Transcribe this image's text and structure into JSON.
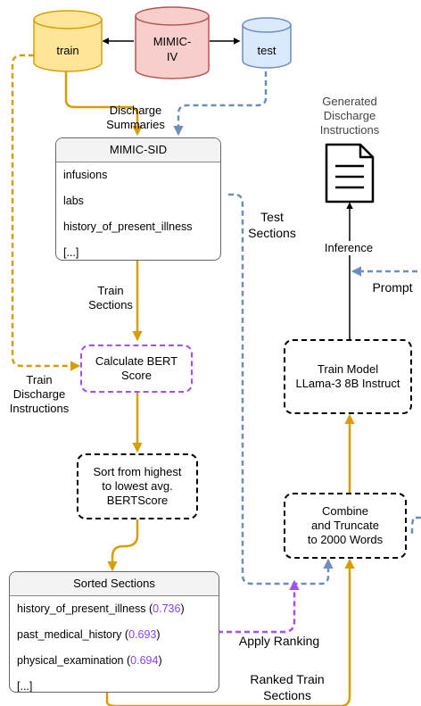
{
  "databases": {
    "train": "train",
    "mimic": [
      "MIMIC-",
      "IV"
    ],
    "test": "test"
  },
  "mimic_sid": {
    "title": "MIMIC-SID",
    "rows": [
      "infusions",
      "labs",
      "history_of_present_illness",
      "[...]"
    ]
  },
  "sorted_sections": {
    "title": "Sorted Sections",
    "rows": [
      {
        "name": "history_of_present_illness",
        "score": "0.736"
      },
      {
        "name": "past_medical_history",
        "score": "0.693"
      },
      {
        "name": "physical_examination",
        "score": "0.694"
      },
      {
        "name": "[...]",
        "score": ""
      }
    ]
  },
  "boxes": {
    "bert": [
      "Calculate BERT",
      "Score"
    ],
    "sort": [
      "Sort from highest",
      "to lowest avg.",
      "BERTScore"
    ],
    "combine": [
      "Combine",
      "and Truncate",
      "to 2000 Words"
    ],
    "train_model": [
      "Train Model",
      "LLama-3 8B Instruct"
    ]
  },
  "labels": {
    "discharge_summaries": [
      "Discharge",
      "Summaries"
    ],
    "train_sections": [
      "Train",
      "Sections"
    ],
    "train_discharge_instructions": [
      "Train",
      "Discharge",
      "Instructions"
    ],
    "test_sections": [
      "Test",
      "Sections"
    ],
    "apply_ranking": "Apply Ranking",
    "ranked_train_sections": [
      "Ranked Train",
      "Sections"
    ],
    "inference": "Inference",
    "prompt": "Prompt",
    "generated": [
      "Generated",
      "Discharge",
      "Instructions"
    ]
  },
  "colors": {
    "orange": "#d69e00",
    "blue": "#6c8ebf",
    "purple": "#a64dff",
    "train_fill": "#ffe599",
    "mimic_fill": "#f8cecc",
    "test_fill": "#dae8fc"
  }
}
